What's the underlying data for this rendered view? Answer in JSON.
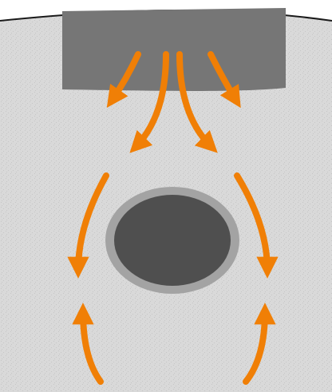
{
  "diagram": {
    "type": "airflow-illustration",
    "colors": {
      "background": "#ffffff",
      "surface": "#d9d9d9",
      "surface_speckle": "#c6c6c6",
      "outline": "#1a1a1a",
      "block": "#767676",
      "hole_ring": "#a3a3a3",
      "hole": "#4f4f4f",
      "arrow": "#f07f06"
    },
    "elements": [
      {
        "name": "textured-panel",
        "shape": "panel-with-wavy-top"
      },
      {
        "name": "gray-block",
        "shape": "rectangle"
      },
      {
        "name": "oval-hole",
        "shape": "ellipse-with-ring"
      }
    ],
    "arrows": [
      {
        "name": "arrow-block-outer-left",
        "group": "from-block",
        "direction": "down-left"
      },
      {
        "name": "arrow-block-inner-left",
        "group": "from-block",
        "direction": "down-left"
      },
      {
        "name": "arrow-block-inner-right",
        "group": "from-block",
        "direction": "down-right"
      },
      {
        "name": "arrow-block-outer-right",
        "group": "from-block",
        "direction": "down-right"
      },
      {
        "name": "arrow-upper-left",
        "group": "around-hole",
        "direction": "down"
      },
      {
        "name": "arrow-upper-right",
        "group": "around-hole",
        "direction": "down"
      },
      {
        "name": "arrow-lower-left",
        "group": "toward-hole",
        "direction": "up"
      },
      {
        "name": "arrow-lower-right",
        "group": "toward-hole",
        "direction": "up"
      }
    ]
  }
}
